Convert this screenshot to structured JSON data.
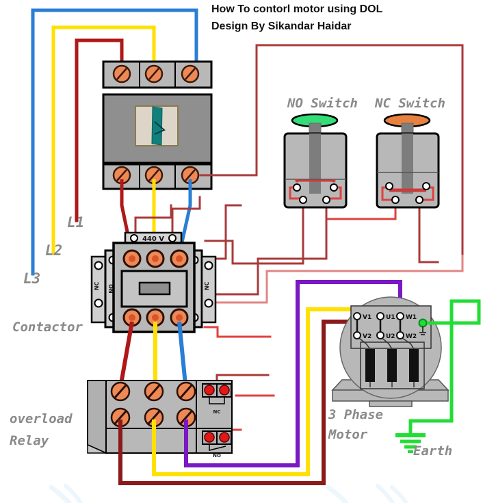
{
  "title": {
    "line1": "How To contorl motor using DOL",
    "line2": "Design By Sikandar Haidar"
  },
  "labels": {
    "l1": "L1",
    "l2": "L2",
    "l3": "L3",
    "contactor": "Contactor",
    "overload_line1": "overload",
    "overload_line2": "Relay",
    "no_switch": "NO Switch",
    "nc_switch": "NC Switch",
    "motor_line1": "3 Phase",
    "motor_line2": "Motor",
    "earth": "Earth"
  },
  "contactor": {
    "coil_voltage": "440 V",
    "aux_left_outer": "NC",
    "aux_left_inner": "NO",
    "aux_right_inner": "NO",
    "aux_right_outer": "NC"
  },
  "overload_relay": {
    "contact_top": "NC",
    "contact_bottom": "NO"
  },
  "motor": {
    "terminals_top": [
      "V1",
      "U1",
      "W1"
    ],
    "terminals_bottom": [
      "V2",
      "U2",
      "W2"
    ],
    "earth_terminal": "earth-terminal"
  },
  "colors": {
    "phase_l1": "#b01818",
    "phase_l2": "#ffe000",
    "phase_l3": "#2a7fd4",
    "control_wire": "#e04040",
    "control_wire_dark": "#9d3030",
    "earth_wire": "#22dd33",
    "motor_w_wire": "#7a18c4",
    "body_gray": "#b8b8b8",
    "body_dark": "#8f8f8f",
    "terminal": "#ee8855",
    "label_gray": "#8a8a8a",
    "no_button": "#33dd77",
    "nc_button": "#e8813f",
    "handle_teal": "#10807d"
  }
}
